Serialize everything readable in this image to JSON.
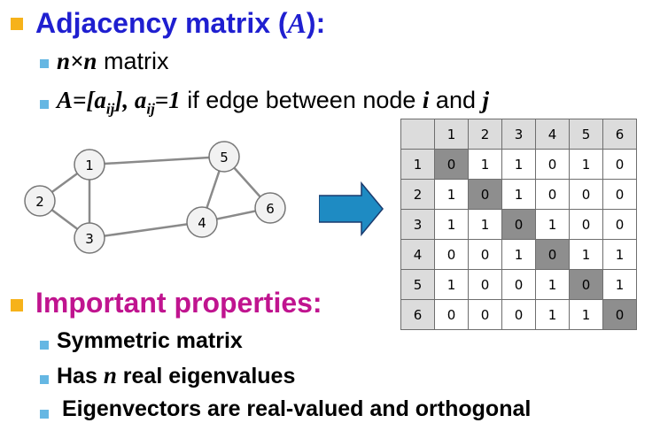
{
  "heading": {
    "title": "Adjacency matrix (",
    "symbol": "A",
    "close": "):"
  },
  "bullets": {
    "size": {
      "math1": "n",
      "times": "×",
      "math2": "n",
      "text": " matrix"
    },
    "definition": {
      "math": "A=[a",
      "sub1": "ij",
      "mid": "], a",
      "sub2": "ij",
      "eq": "=1",
      "text1": " if edge between node ",
      "i": "i",
      "and": " and ",
      "j": "j"
    }
  },
  "graph": {
    "nodes": [
      {
        "id": "1",
        "label": "1"
      },
      {
        "id": "2",
        "label": "2"
      },
      {
        "id": "3",
        "label": "3"
      },
      {
        "id": "4",
        "label": "4"
      },
      {
        "id": "5",
        "label": "5"
      },
      {
        "id": "6",
        "label": "6"
      }
    ],
    "edges": [
      [
        "1",
        "2"
      ],
      [
        "1",
        "3"
      ],
      [
        "2",
        "3"
      ],
      [
        "1",
        "5"
      ],
      [
        "3",
        "4"
      ],
      [
        "4",
        "5"
      ],
      [
        "4",
        "6"
      ],
      [
        "5",
        "6"
      ]
    ]
  },
  "matrix": {
    "headers": [
      "1",
      "2",
      "3",
      "4",
      "5",
      "6"
    ],
    "rows": [
      [
        "0",
        "1",
        "1",
        "0",
        "1",
        "0"
      ],
      [
        "1",
        "0",
        "1",
        "0",
        "0",
        "0"
      ],
      [
        "1",
        "1",
        "0",
        "1",
        "0",
        "0"
      ],
      [
        "0",
        "0",
        "1",
        "0",
        "1",
        "1"
      ],
      [
        "1",
        "0",
        "0",
        "1",
        "0",
        "1"
      ],
      [
        "0",
        "0",
        "0",
        "1",
        "1",
        "0"
      ]
    ]
  },
  "properties": {
    "title": "Important properties:",
    "items": {
      "symmetric": "Symmetric matrix",
      "eig_prefix": "Has ",
      "eig_n": "n",
      "eig_suffix": " real eigenvalues",
      "vectors": "Eigenvectors are real-valued and orthogonal"
    }
  },
  "colors": {
    "heading_blue": "#1f1fd0",
    "heading_magenta": "#c0148f",
    "bullet_orange": "#f6b21a",
    "bullet_blue": "#65b7e3",
    "arrow_blue": "#1e8bc3"
  }
}
